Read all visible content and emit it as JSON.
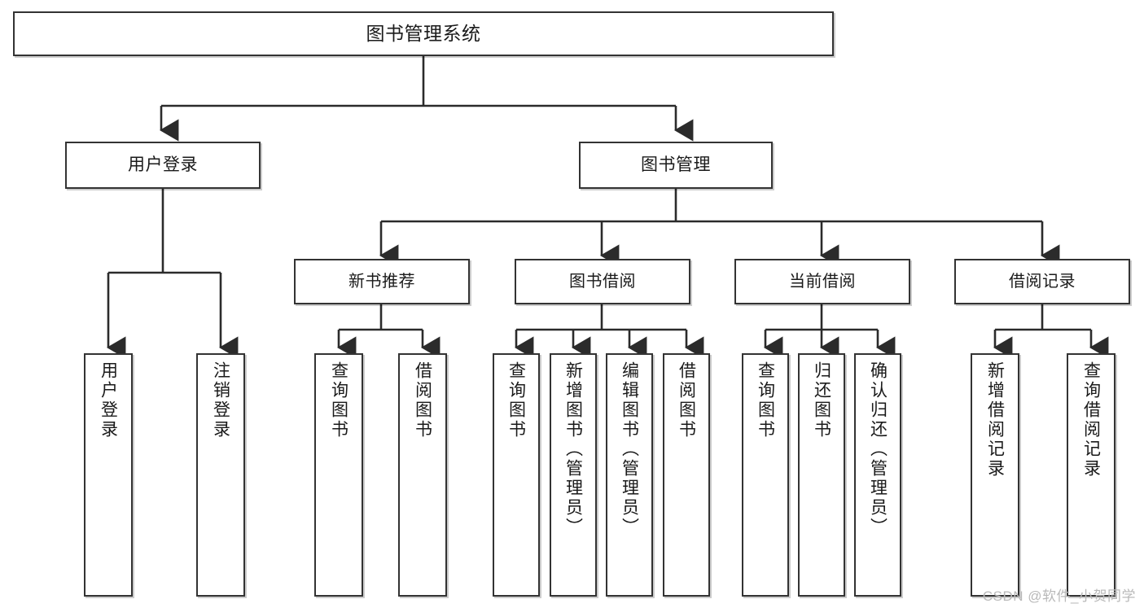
{
  "diagram": {
    "title": "图书管理系统",
    "root": {
      "id": "root",
      "label": "图书管理系统"
    },
    "level2": [
      {
        "id": "user-login",
        "label": "用户登录"
      },
      {
        "id": "book-manage",
        "label": "图书管理"
      }
    ],
    "level3": [
      {
        "id": "new-book-recommend",
        "label": "新书推荐"
      },
      {
        "id": "book-borrow",
        "label": "图书借阅"
      },
      {
        "id": "current-borrow",
        "label": "当前借阅"
      },
      {
        "id": "borrow-record",
        "label": "借阅记录"
      }
    ],
    "leaves": [
      {
        "id": "leaf-user-login",
        "label": "用户登录",
        "parent": "user-login"
      },
      {
        "id": "leaf-logout",
        "label": "注销登录",
        "parent": "user-login"
      },
      {
        "id": "leaf-query-book-1",
        "label": "查询图书",
        "parent": "new-book-recommend"
      },
      {
        "id": "leaf-borrow-book-1",
        "label": "借阅图书",
        "parent": "new-book-recommend"
      },
      {
        "id": "leaf-query-book-2",
        "label": "查询图书",
        "parent": "book-borrow"
      },
      {
        "id": "leaf-add-book",
        "label": "新增图书（管理员）",
        "parent": "book-borrow"
      },
      {
        "id": "leaf-edit-book",
        "label": "编辑图书（管理员）",
        "parent": "book-borrow"
      },
      {
        "id": "leaf-borrow-book-2",
        "label": "借阅图书",
        "parent": "book-borrow"
      },
      {
        "id": "leaf-query-book-3",
        "label": "查询图书",
        "parent": "current-borrow"
      },
      {
        "id": "leaf-return-book",
        "label": "归还图书",
        "parent": "current-borrow"
      },
      {
        "id": "leaf-confirm-return",
        "label": "确认归还（管理员）",
        "parent": "current-borrow"
      },
      {
        "id": "leaf-add-record",
        "label": "新增借阅记录",
        "parent": "borrow-record"
      },
      {
        "id": "leaf-query-record",
        "label": "查询借阅记录",
        "parent": "borrow-record"
      }
    ],
    "watermark": "CSDN @软件_小贺同学",
    "colors": {
      "box_border": "#333333",
      "box_fill": "#ffffff",
      "connector": "#2b2b2b",
      "text": "#1a1a1a",
      "watermark": "#b9b9b9",
      "background": "#ffffff"
    }
  }
}
